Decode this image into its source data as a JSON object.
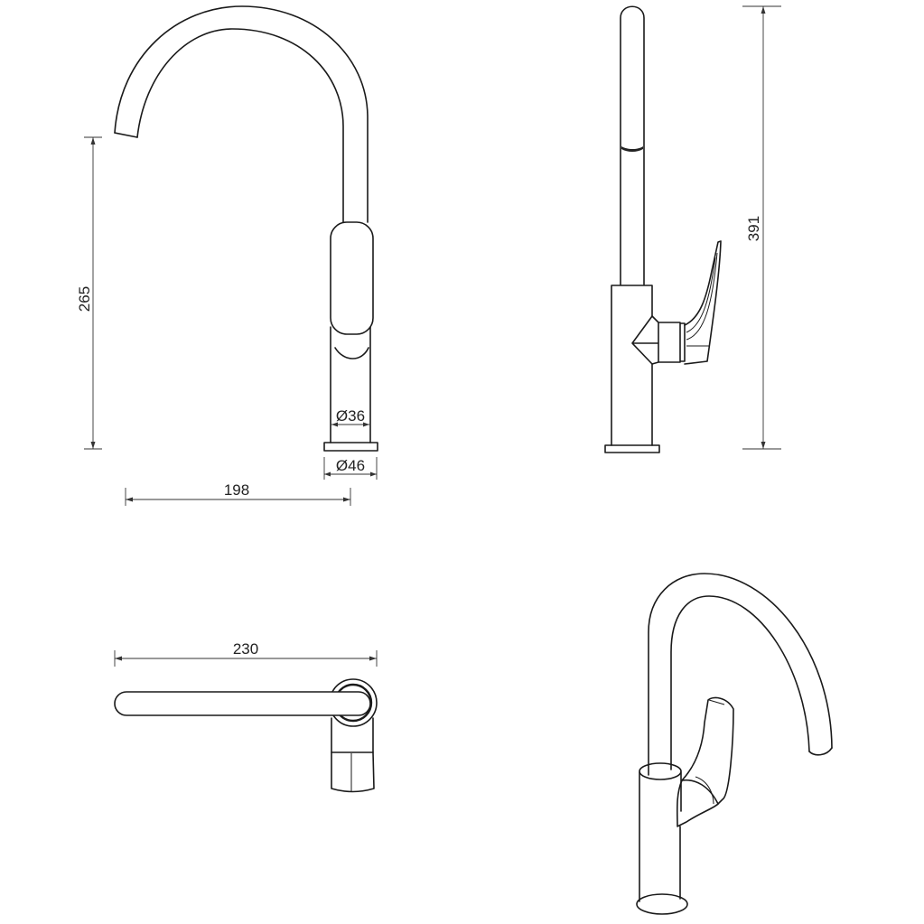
{
  "dimensions": {
    "front_height": "265",
    "front_reach": "198",
    "body_diameter": "Ø36",
    "base_diameter": "Ø46",
    "side_total_height": "391",
    "top_length": "230"
  },
  "colors": {
    "line": "#1a1a1a",
    "background": "#ffffff"
  }
}
